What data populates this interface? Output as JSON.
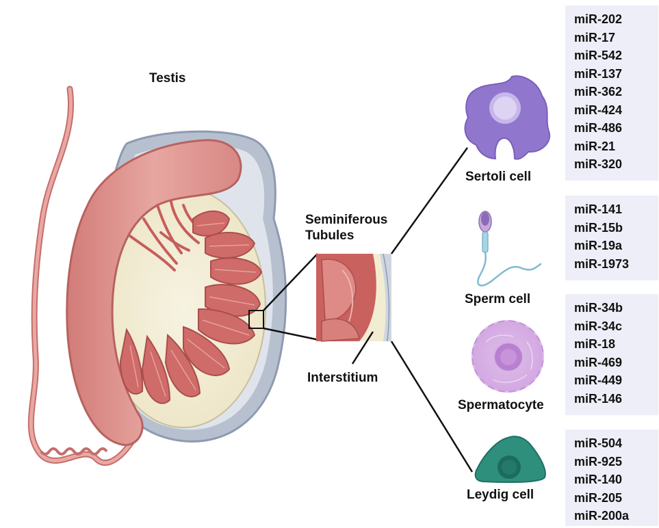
{
  "labels": {
    "testis": "Testis",
    "seminiferous_line1": "Seminiferous",
    "seminiferous_line2": "Tubules",
    "interstitium": "Interstitium",
    "sertoli": "Sertoli cell",
    "sperm": "Sperm cell",
    "spermatocyte": "Spermatocyte",
    "leydig": "Leydig cell"
  },
  "mirna_groups": {
    "sertoli": [
      "miR-202",
      "miR-17",
      "miR-542",
      "miR-137",
      "miR-362",
      "miR-424",
      "miR-486",
      "miR-21",
      "miR-320"
    ],
    "sperm": [
      "miR-141",
      "miR-15b",
      "miR-19a",
      "miR-1973"
    ],
    "spermatocyte": [
      "miR-34b",
      "miR-34c",
      "miR-18",
      "miR-469",
      "miR-449",
      "miR-146"
    ],
    "leydig": [
      "miR-504",
      "miR-925",
      "miR-140",
      "miR-205",
      "miR-200a"
    ]
  },
  "colors": {
    "epididymis": "#d98a86",
    "tubule": "#c9605f",
    "tunica": "#a9b4c5",
    "testis_fill": "#f4efd8",
    "sertoli_cell": "#9377cf",
    "sperm_head": "#8b6bb8",
    "spermatocyte": "#d7b1e4",
    "leydig_cell": "#2f8f7d",
    "mirna_box": "#eeeef8"
  }
}
